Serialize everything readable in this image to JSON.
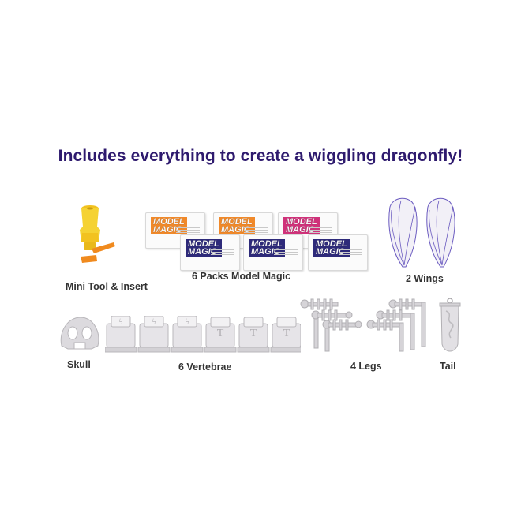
{
  "headline": "Includes everything to create a wiggling dragonfly!",
  "items": [
    {
      "id": "mini-tool",
      "caption": "Mini Tool & Insert",
      "icon": "mini-tool-icon"
    },
    {
      "id": "model-magic",
      "caption": "6 Packs Model Magic",
      "icon": "model-magic-pack-icon"
    },
    {
      "id": "wings",
      "caption": "2 Wings",
      "icon": "wing-icon"
    },
    {
      "id": "skull",
      "caption": "Skull",
      "icon": "skull-icon"
    },
    {
      "id": "vertebrae",
      "caption": "6 Vertebrae",
      "icon": "vertebra-icon"
    },
    {
      "id": "legs",
      "caption": "4 Legs",
      "icon": "leg-icon"
    },
    {
      "id": "tail",
      "caption": "Tail",
      "icon": "tail-icon"
    }
  ],
  "pack_logo_text": "MODEL MAGIC",
  "colors": {
    "headline": "#2e1a6e",
    "pack_orange": "#f0892a",
    "pack_magenta": "#d0327a",
    "pack_navy": "#2e2a7a",
    "tool_yellow": "#f5d233",
    "tool_orange": "#f08a1e",
    "wing_purple": "#6b5bc0",
    "part_grey": "#d8d6da"
  }
}
